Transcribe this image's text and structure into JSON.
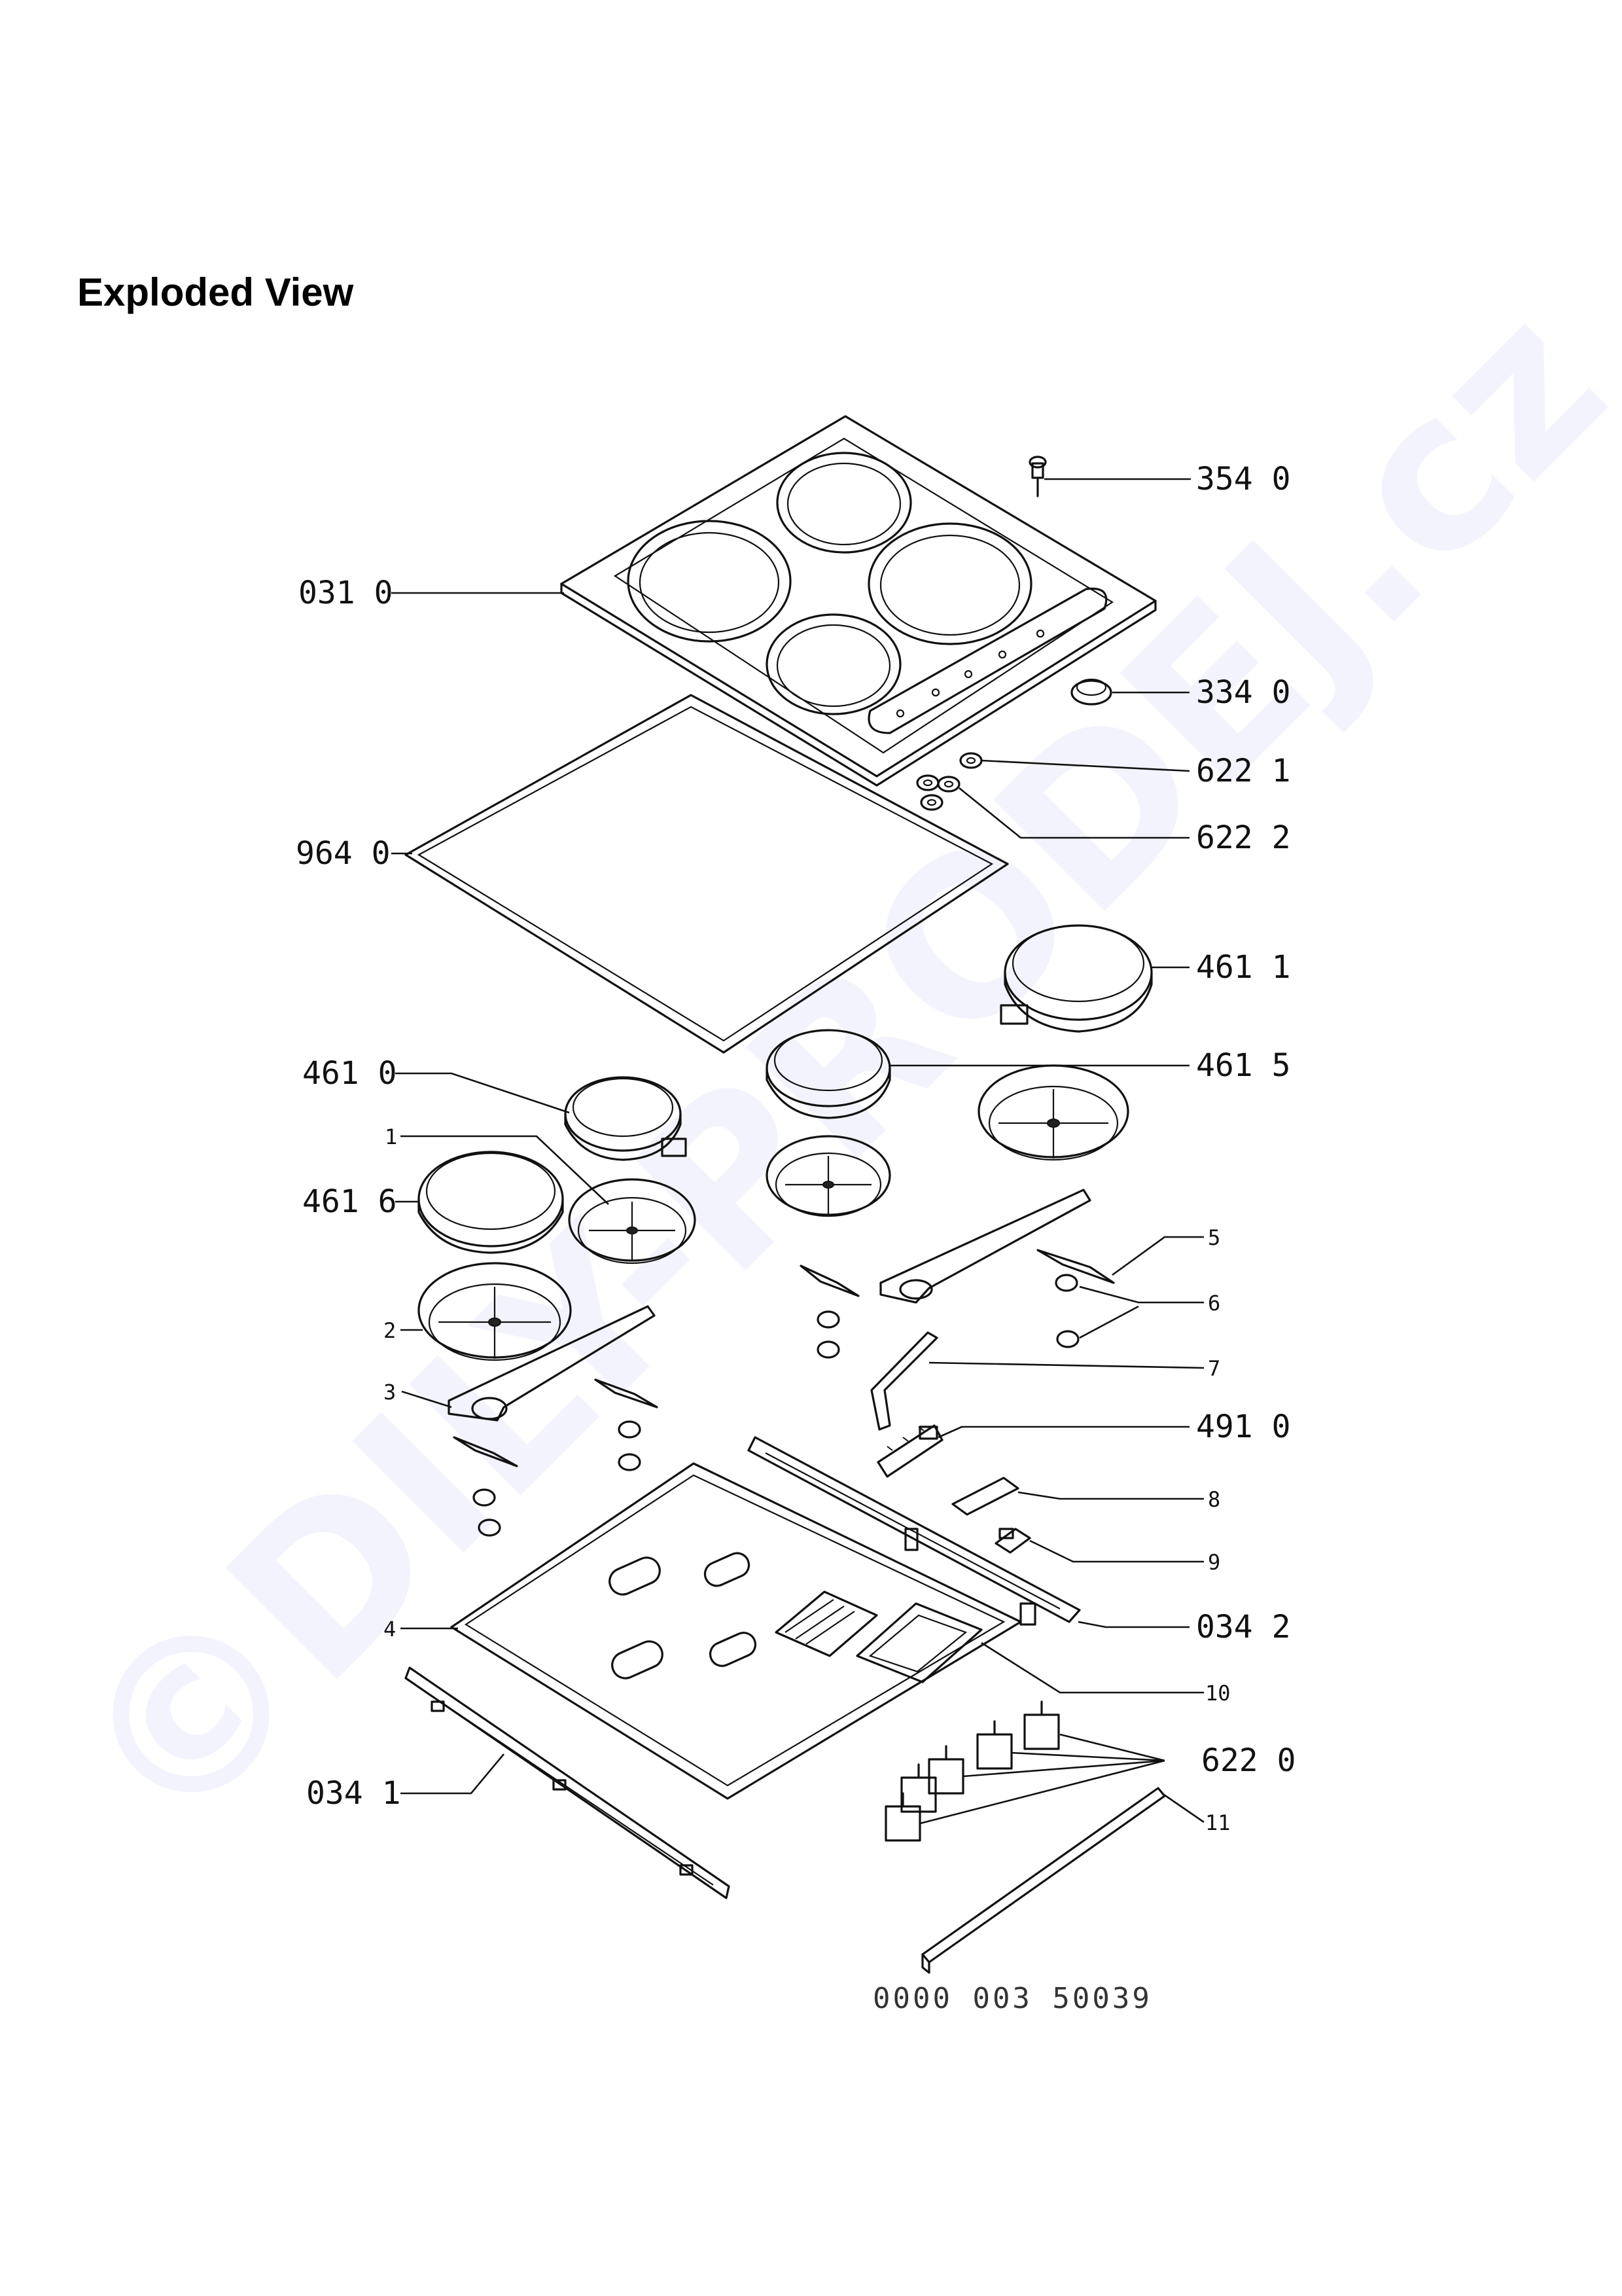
{
  "title": "Exploded View",
  "watermark": "©DILY-PRODEJ.cz",
  "drawing_code": "0000 003 50039",
  "labels": {
    "l_354_0": "354 0",
    "l_031_0": "031 0",
    "l_334_0": "334 0",
    "l_622_1": "622 1",
    "l_622_2": "622 2",
    "l_964_0": "964 0",
    "l_461_1": "461 1",
    "l_461_0": "461 0",
    "l_461_5": "461 5",
    "l_1": "1",
    "l_461_6": "461 6",
    "l_5": "5",
    "l_6": "6",
    "l_2": "2",
    "l_7": "7",
    "l_3": "3",
    "l_491_0": "491 0",
    "l_8": "8",
    "l_9": "9",
    "l_4": "4",
    "l_034_2": "034 2",
    "l_10": "10",
    "l_034_1": "034 1",
    "l_622_0": "622 0",
    "l_11": "11"
  }
}
